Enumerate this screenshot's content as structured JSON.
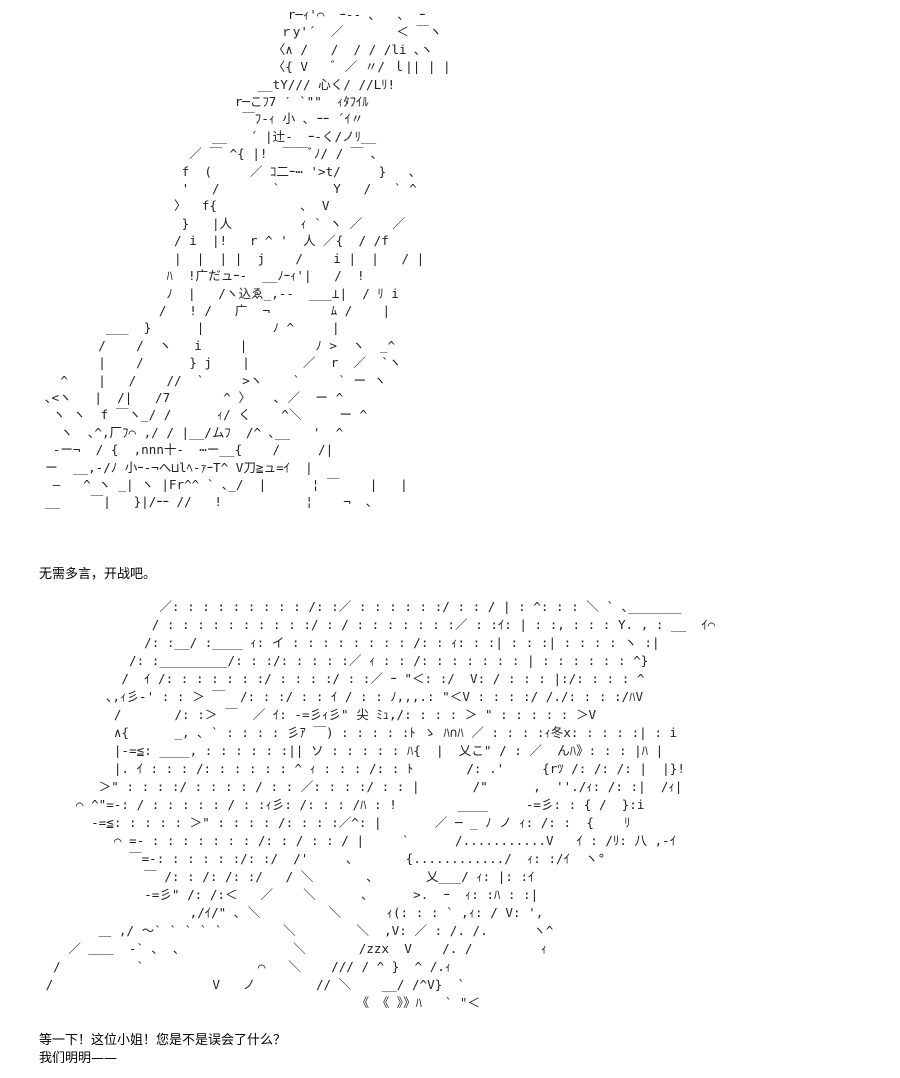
{
  "captions": {
    "line1": "无需多言，开战吧。",
    "line2": "等一下！这位小姐！您是不是误会了什么？",
    "line3": "我们明明——"
  },
  "art": {
    "top": "                                  r─ｨ'⌒  ｰ-- ､   ､  ｰ\n                                 ｒy'´  ／       ＜ ￣ヽ\n                                〈∧ /   /  / / /li ､ヽ\n                                〈{ V   ﾞ ／ 〃/ ｌ|| | |\n                              __tY/// 心く/ //Lﾘ!\n                           r─こﾌ7 ′ `\"\"  ｨﾀﾌｲﾙ\n                            ￣ﾌ-ｨ 小 ､ ｰｰ ´ｲ〃\n                        __   ´ |辻-  ｰ-く/ノﾘ__\n                     ／ ￣ ^{ |!  ￣￣ﾞﾉ/ / ￣ ､\n                    f  (     ／ ｺ二ｰ⋯ '>t/     }   ､\n                    '   /       `       Y   /   ` ^\n                   〉  f{           ､  V\n                    }   |人         ｨ ` ヽ ／    ／\n                   / i  |!   r ^ '  人 ／{  / /f\n                   |  |  | |  j    /    i |  |   / |\n                  ﾊ  !广だュｰ-  __ﾉｰｨ'|   /  !\n                  ﾉ  |   /ヽ込ゑ_,--  ___⊥|  / ﾘ i\n                 /   ! /   广  ¬        ﾑ /    |\n          ___  }      |         ﾉ ^     |\n         /    /  ヽ   i     |         ﾉ >  ヽ  _^\n         |    /      } j    |       ／  r  ／  `ヽ\n    ^    |   /    //  `     >ヽ    `     ` ー ヽ\n  ､<ヽ   |  /|   /7       ^ 〉   ､ ／  ー ^\n   ヽ ヽ  f ￣ヽ_/ /      ｨ/ く    ^＼     ー ^\n    ヽ  ､^,厂ﾌ⌒ ,/ / |__/ムﾌ  /^ ､__   '  ^\n   -ー¬  / {  ,nnn十-  ⋯ー__{    /     /|\n  ー  __,-/ﾉ 小ｰ-¬へ⊔lﾍ-ｧｰT^ V刀≧ュ=ｲ  |\n   ―   ^ ヽ _| ヽ |Fr^^ ` ､_/  |      ¦ ￣    |   |\n  __    ￣|   }|/ｰｰ //   !           ¦    ¬  ､",
    "bottom": "                ／: : : : : : : : : /: :／ : : : : : :/ : : / | : ^: : : ＼ ` ､_______\n               / : : : : : : : : : :/ : / : : : : : : :／ : :ｲ: | : :, : : : Y. , : __  ｲ⌒\n              /: :__/ :____ ｨ: イ : : : : : : : : /: : ｨ: : :| : : :| : : : : ヽ :|\n            /: :_________/: : :/: : : : :／ ｨ : : /: : : : : : : | : : : : : : ^}\n           /  ｲ /: : : : : : :/ : : : :/ : :／ ｰ \"＜: :/  V: / : : : |:/: : : : ^\n         ､,ｨ彡-' : : ＞ ￣  /: : :/ : : ｲ / : : ﾉ,,,.: \"＜V : : : :/ /./: : : :/ﾊV\n          /       /: :＞ ￣  ／ ｲ: -=彡ｨ彡\" 尖 ﾐｭ,/: : : : ＞ \" : : : : : ＞V\n          ∧{      _, ､ ` : : : : 彡ｱ ￣) : : : : :ﾄ ゝ ﾊ∩ﾊ ／ : : : :ｨ冬x: : : : :| : i\n          |-=≦: ____, : : : : : :|| ソ : : : : : ﾊ{  |  乂こ\" / : ／  んﾊ》: : : |ﾊ |\n          |. ｲ : : : /: : : : : : ^ ｨ : : : /: : ﾄ       /: .'     {rﾂ /: /: /: |  |}!\n        ＞\" : : : :/ : : : : / : : ／: : : :/ : : |       /\"      ,  ''./ｨ: /: :|  /ｨ|\n     ⌒ ^\"=-: / : : : : : / : :ｨ彡: /: : : /ﾊ : !        ____     -=彡: : { /  }:i\n       -=≦: : : : : ＞\" : : : : /: : : :／^: |       ／ ─ _ ﾉ ノ ｨ: /: :  {    ﾘ\n          ⌒ =- : : : : : : : /: : / : : / |     `      /...........V   ｲ : /ﾘ: 八 ,-ｲ\n            ￣=-: : : : : :/: :/  /'     ､       {............/  ｨ: :/ｲ  ヽ°\n              ￣ /: : /: /: :/   / ＼       ､       乂___/ ｨ: |: :ｲ\n              -=彡\" /: /:＜   ／    ＼      ､      >.  ｰ  ｨ: :ﾊ : :|\n                    ,/ｲ/\" ､ ＼         ＼      ｨ(: : : ` ,ｨ: / V: ',\n        ＿ ,/ ～` ` ` ` `        ＼        ＼  ,V: ／ : /. /.      ヽ^\n    ／ ＿＿  -` ､  ､               ＼       /zzx  V    /. /         ｨ\n  /          `               ⌒   ＼    /// / ^ }  ^ /.ｨ\n /                     V   ノ        // ＼    __/ /^V}  `\n                                          《 《 》》ﾊ   ` \"＜"
  }
}
